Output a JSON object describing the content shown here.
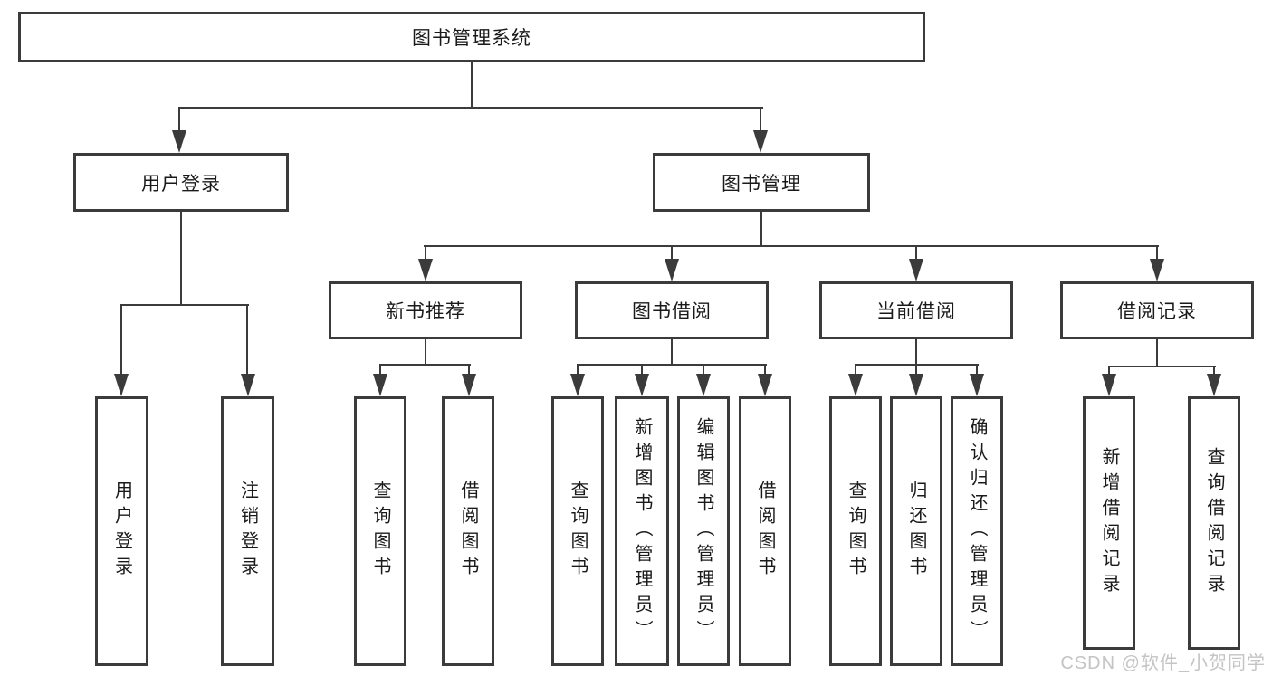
{
  "style": {
    "background": "#ffffff",
    "line_color": "#3b3b3b",
    "box_border_color": "#3b3b3b",
    "box_fill": "#ffffff",
    "text_color": "#1a1a1a",
    "watermark_color": "#c4c4c4"
  },
  "watermark": {
    "text": "CSDN @软件_小贺同学"
  },
  "tree": {
    "root": {
      "label": "图书管理系统"
    },
    "branches": [
      {
        "label": "用户登录",
        "children": [
          {
            "label": "用户登录"
          },
          {
            "label": "注销登录"
          }
        ]
      },
      {
        "label": "图书管理",
        "children": [
          {
            "label": "新书推荐",
            "children": [
              {
                "label": "查询图书"
              },
              {
                "label": "借阅图书"
              }
            ]
          },
          {
            "label": "图书借阅",
            "children": [
              {
                "label": "查询图书"
              },
              {
                "label": "新增图书（管理员）"
              },
              {
                "label": "编辑图书（管理员）"
              },
              {
                "label": "借阅图书"
              }
            ]
          },
          {
            "label": "当前借阅",
            "children": [
              {
                "label": "查询图书"
              },
              {
                "label": "归还图书"
              },
              {
                "label": "确认归还（管理员）"
              }
            ]
          },
          {
            "label": "借阅记录",
            "children": [
              {
                "label": "新增借阅记录"
              },
              {
                "label": "查询借阅记录"
              }
            ]
          }
        ]
      }
    ]
  }
}
